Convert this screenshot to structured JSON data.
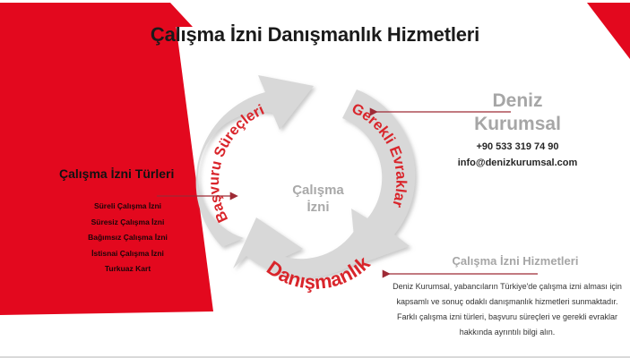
{
  "slide": {
    "title": "Çalışma İzni Danışmanlık Hizmetleri",
    "accent_red": "#e3081e",
    "label_red": "#d9252b",
    "gray_shape": "#d6d6d6",
    "gray_text": "#a6a6a6",
    "arrow_color": "#9e2a35"
  },
  "permit_types": {
    "heading": "Çalışma İzni Türleri",
    "items": [
      "Süreli Çalışma İzni",
      "Süresiz Çalışma İzni",
      "Bağımsız Çalışma İzni",
      "İstisnai Çalışma İzni",
      "Turkuaz Kart"
    ]
  },
  "cycle": {
    "center_line1": "Çalışma",
    "center_line2": "İzni",
    "segments": [
      {
        "label": "Başvuru Süreçleri",
        "position": "upper-left"
      },
      {
        "label": "Gerekli Evraklar",
        "position": "upper-right"
      },
      {
        "label": "Danışmanlık",
        "position": "bottom"
      }
    ]
  },
  "brand": {
    "name_line1": "Deniz",
    "name_line2": "Kurumsal",
    "phone": "+90 533 319 74 90",
    "email": "info@denizkurumsal.com"
  },
  "services": {
    "heading": "Çalışma İzni Hizmetleri",
    "body": "Deniz Kurumsal, yabancıların Türkiye'de çalışma izni alması için kapsamlı ve sonuç odaklı danışmanlık hizmetleri sunmaktadır. Farklı çalışma izni türleri, başvuru süreçleri ve gerekli evraklar hakkında ayrıntılı bilgi alın."
  }
}
